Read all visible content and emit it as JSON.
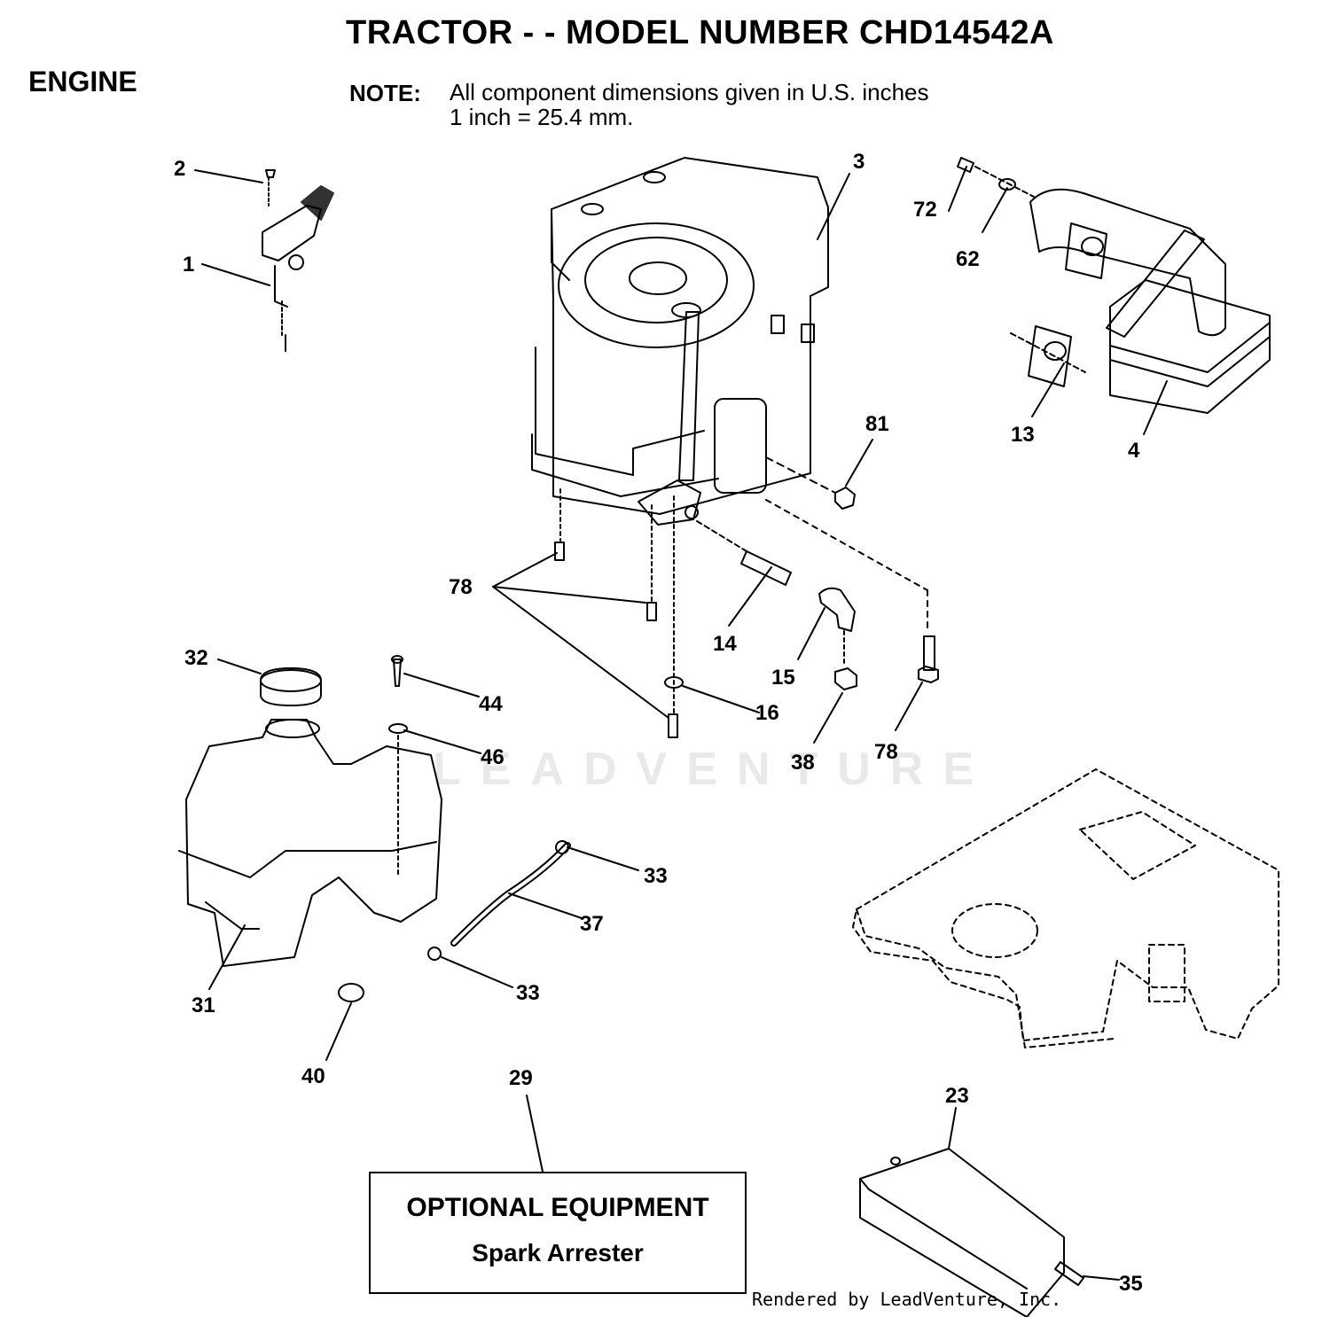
{
  "header": {
    "title": "TRACTOR - - MODEL NUMBER CHD14542A",
    "section": "ENGINE",
    "note_label": "NOTE:",
    "note_line1": "All component dimensions given in U.S. inches",
    "note_line2": "1 inch = 25.4 mm."
  },
  "callouts": {
    "c1": "1",
    "c2": "2",
    "c3": "3",
    "c4": "4",
    "c13": "13",
    "c14": "14",
    "c15": "15",
    "c16": "16",
    "c23": "23",
    "c29": "29",
    "c31": "31",
    "c32": "32",
    "c33a": "33",
    "c33b": "33",
    "c35": "35",
    "c37": "37",
    "c38": "38",
    "c40": "40",
    "c44": "44",
    "c46": "46",
    "c62": "62",
    "c72": "72",
    "c78a": "78",
    "c78b": "78",
    "c81": "81"
  },
  "optional_box": {
    "title": "OPTIONAL EQUIPMENT",
    "item": "Spark Arrester"
  },
  "watermark": "LEADVENTURE",
  "footer": "Rendered by LeadVenture, Inc."
}
